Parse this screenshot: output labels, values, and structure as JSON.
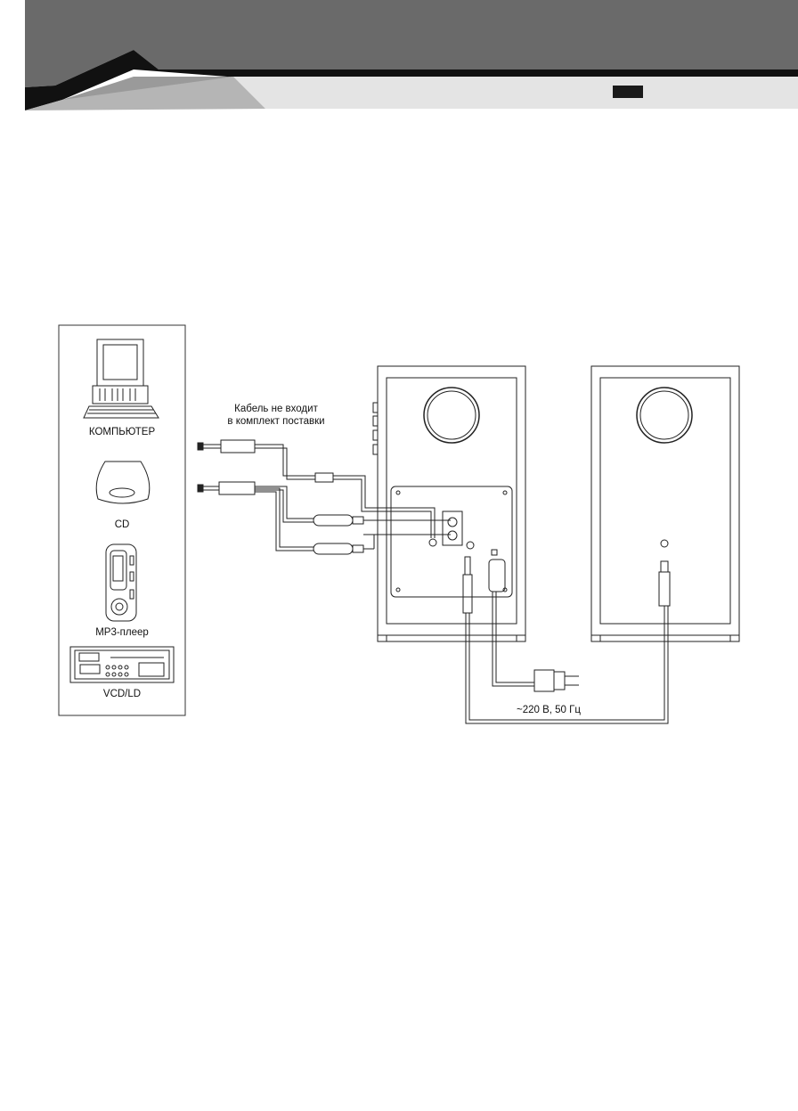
{
  "header": {
    "page_marker_color": "#1a1a1a"
  },
  "sources": [
    {
      "label": "КОМПЬЮТЕР",
      "icon": "computer-icon"
    },
    {
      "label": "CD",
      "icon": "cd-player-icon"
    },
    {
      "label": "MP3-плеер",
      "icon": "mp3-player-icon"
    },
    {
      "label": "VCD/LD",
      "icon": "vcd-ld-player-icon"
    }
  ],
  "cable_note": {
    "line1": "Кабель  не входит",
    "line2": "в комплект поставки"
  },
  "power_label": "~220 В, 50 Гц",
  "colors": {
    "header_dark": "#555555",
    "header_mid": "#8c8c8c",
    "header_light": "#e6e6e6",
    "line": "#222222"
  }
}
